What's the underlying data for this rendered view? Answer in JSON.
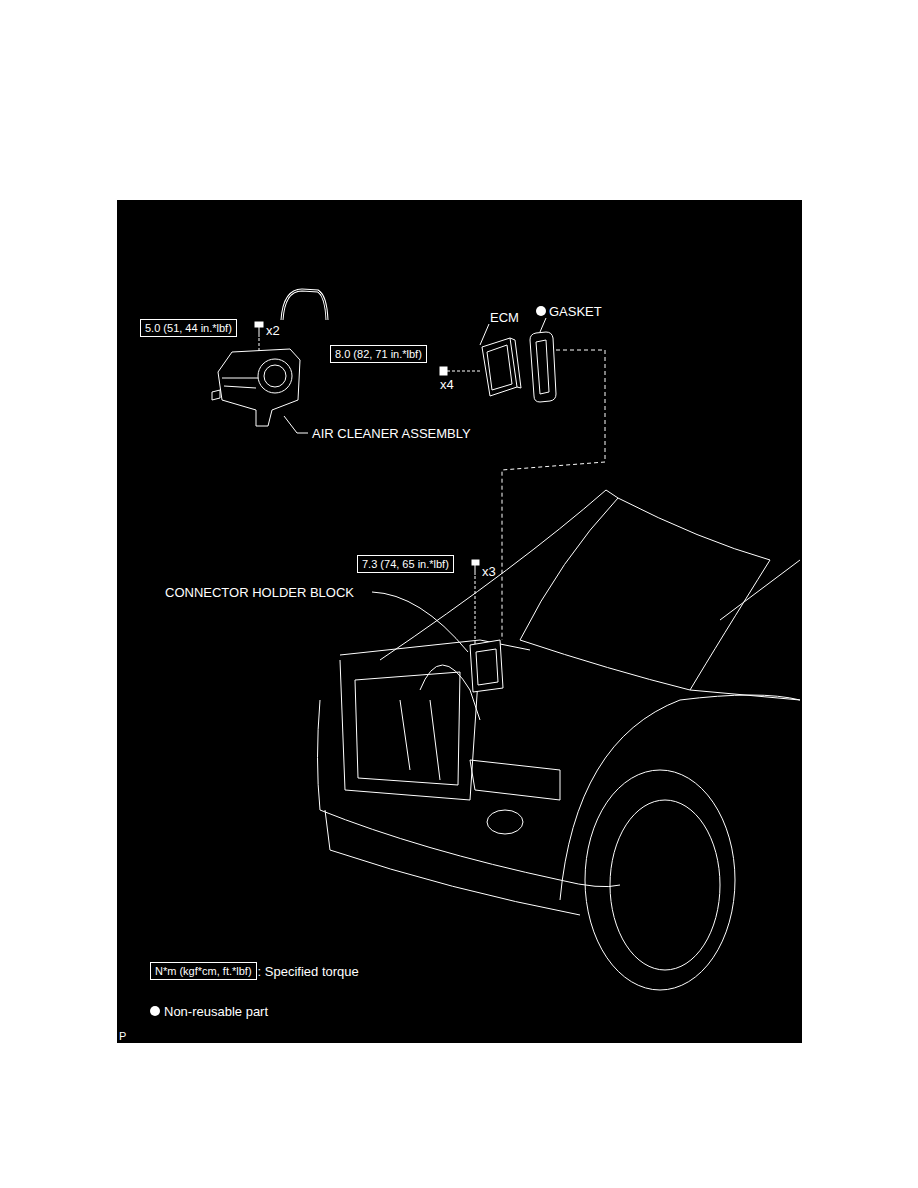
{
  "diagram": {
    "nodes": [
      {
        "text": [
          "5.0 (51, 44 in.*lbf)"
        ]
      },
      {
        "text": [
          "8.0 (82, 71 in.*lbf)"
        ]
      },
      {
        "text": [
          "7.3 (74, 65 in.*lbf)"
        ]
      },
      {
        "text": [
          "N*m (kgf*cm, ft.*lbf)"
        ]
      }
    ],
    "labels": [
      "x2",
      "ECM",
      "GASKET",
      "x4",
      "AIR CLEANER ASSEMBLY",
      "x3",
      "CONNECTOR HOLDER BLOCK",
      "P"
    ],
    "legend": [
      {
        "text": ": Specified torque"
      },
      {
        "text": "Non-reusable part"
      }
    ]
  }
}
